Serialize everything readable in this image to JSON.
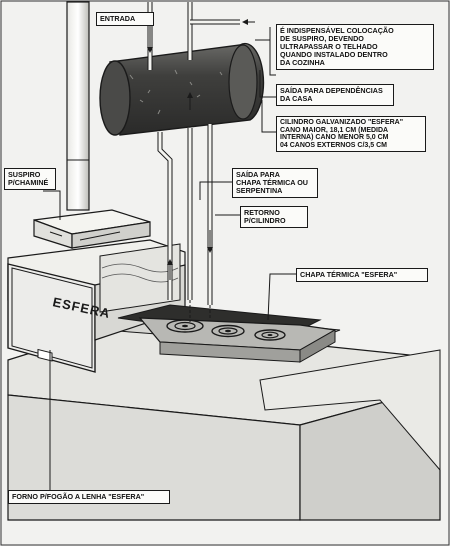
{
  "labels": {
    "entrada": "ENTRADA",
    "suspiro_note": "É INDISPENSÁVEL COLOCAÇÃO\nDE SUSPIRO, DEVENDO\nULTRAPASSAR O TELHADO\nQUANDO INSTALADO DENTRO\nDA COZINHA",
    "saida_dependencias": "SAÍDA PARA DEPENDÊNCIAS\nDA CASA",
    "cilindro": "CILINDRO GALVANIZADO \"ESFERA\"\nCANO MAIOR, 18,1 cm (MEDIDA\nINTERNA) CANO MENOR 5,0 cm\n04 CANOS EXTERNOS C/3,5 cm",
    "suspiro_chamine": "SUSPIRO\nP/CHAMINÉ",
    "saida_chapa": "SAÍDA PARA\nCHAPA TÉRMICA OU\nSERPENTINA",
    "retorno": "RETORNO\nP/CILINDRO",
    "chapa_termica": "CHAPA TÉRMICA \"ESFERA\"",
    "forno": "FORNO P/FOGÃO A LENHA \"ESFERA\"",
    "brand": "ESFERA"
  },
  "colors": {
    "ink": "#1a1a1a",
    "cylinder": "#4a4a48",
    "counter_top": "#d6d6d2",
    "counter_side": "#e6e6e2",
    "background": "#f2f2f0"
  },
  "icons": {
    "burner": "concentric-circle-burner",
    "flow": "arrowheads"
  }
}
